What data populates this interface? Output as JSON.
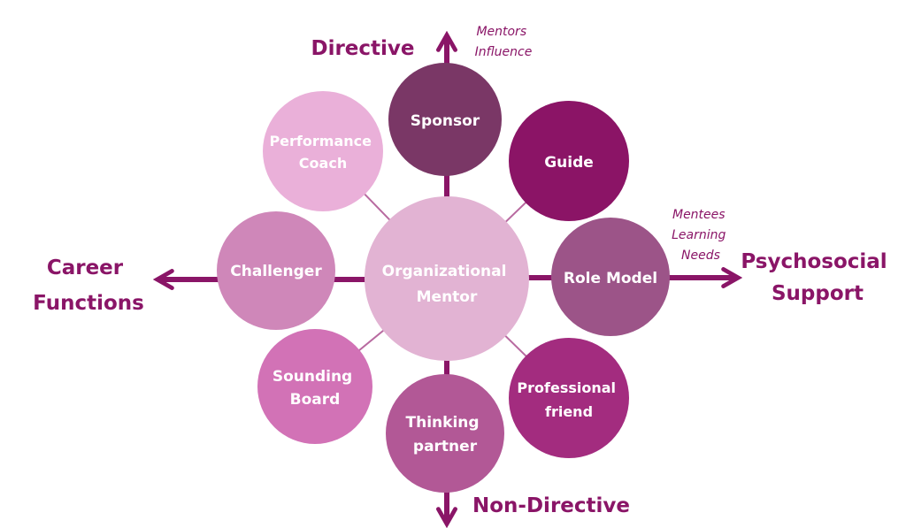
{
  "colors": {
    "accent": "#8a1567",
    "center": "#e2b3d3",
    "sponsor": "#7a3766",
    "guide": "#8b1466",
    "role_model": "#9c5488",
    "professional_friend": "#a32c7f",
    "thinking_partner": "#b25896",
    "sounding_board": "#d272b6",
    "challenger": "#cf87b9",
    "performance_coach": "#eab0d9"
  },
  "axes": {
    "top": {
      "label": "Directive",
      "note": [
        "Mentors",
        "Influence"
      ]
    },
    "bottom": {
      "label": "Non-Directive"
    },
    "left": {
      "label": [
        "Career",
        "Functions"
      ]
    },
    "right": {
      "label": [
        "Psychosocial",
        "Support"
      ],
      "note": [
        "Mentees",
        "Learning",
        "Needs"
      ]
    }
  },
  "center": {
    "label": [
      "Organizational",
      "Mentor"
    ]
  },
  "roles": {
    "sponsor": [
      "Sponsor"
    ],
    "guide": [
      "Guide"
    ],
    "role_model": [
      "Role Model"
    ],
    "professional_friend": [
      "Professional",
      "friend"
    ],
    "thinking_partner": [
      "Thinking",
      "partner"
    ],
    "sounding_board": [
      "Sounding",
      "Board"
    ],
    "challenger": [
      "Challenger"
    ],
    "performance_coach": [
      "Performance",
      "Coach"
    ]
  }
}
